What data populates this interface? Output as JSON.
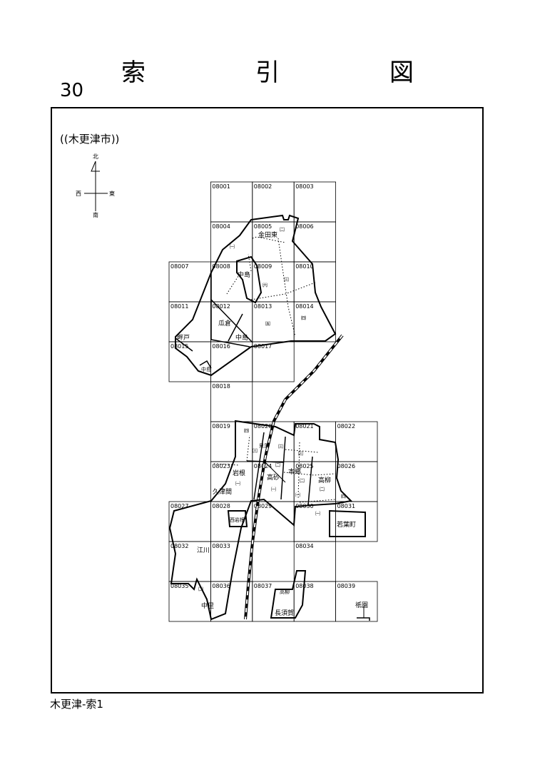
{
  "header": {
    "title": "索　引　図",
    "page_number": "30"
  },
  "map": {
    "city_label": "((木更津市))",
    "compass": {
      "north": "北",
      "south": "南",
      "east": "東",
      "west": "西"
    },
    "cells": [
      {
        "id": "08001",
        "col": 1,
        "row": 0
      },
      {
        "id": "08002",
        "col": 2,
        "row": 0
      },
      {
        "id": "08003",
        "col": 3,
        "row": 0
      },
      {
        "id": "08004",
        "col": 1,
        "row": 1
      },
      {
        "id": "08005",
        "col": 2,
        "row": 1
      },
      {
        "id": "08006",
        "col": 3,
        "row": 1
      },
      {
        "id": "08007",
        "col": 0,
        "row": 2
      },
      {
        "id": "08008",
        "col": 1,
        "row": 2
      },
      {
        "id": "08009",
        "col": 2,
        "row": 2
      },
      {
        "id": "08010",
        "col": 3,
        "row": 2
      },
      {
        "id": "08011",
        "col": 0,
        "row": 3
      },
      {
        "id": "08012",
        "col": 1,
        "row": 3
      },
      {
        "id": "08013",
        "col": 2,
        "row": 3
      },
      {
        "id": "08014",
        "col": 3,
        "row": 3
      },
      {
        "id": "08015",
        "col": 0,
        "row": 4
      },
      {
        "id": "08016",
        "col": 1,
        "row": 4
      },
      {
        "id": "08017",
        "col": 2,
        "row": 4
      },
      {
        "id": "08018",
        "col": 1,
        "row": 5
      },
      {
        "id": "08019",
        "col": 1,
        "row": 6
      },
      {
        "id": "08020",
        "col": 2,
        "row": 6
      },
      {
        "id": "08021",
        "col": 3,
        "row": 6
      },
      {
        "id": "08022",
        "col": 4,
        "row": 6
      },
      {
        "id": "08023",
        "col": 1,
        "row": 7
      },
      {
        "id": "08024",
        "col": 2,
        "row": 7
      },
      {
        "id": "08025",
        "col": 3,
        "row": 7
      },
      {
        "id": "08026",
        "col": 4,
        "row": 7
      },
      {
        "id": "08027",
        "col": 0,
        "row": 8
      },
      {
        "id": "08028",
        "col": 1,
        "row": 8
      },
      {
        "id": "08029",
        "col": 2,
        "row": 8
      },
      {
        "id": "08030",
        "col": 3,
        "row": 8
      },
      {
        "id": "08031",
        "col": 4,
        "row": 8
      },
      {
        "id": "08032",
        "col": 0,
        "row": 9
      },
      {
        "id": "08033",
        "col": 1,
        "row": 9
      },
      {
        "id": "08034",
        "col": 3,
        "row": 9
      },
      {
        "id": "08035",
        "col": 0,
        "row": 10
      },
      {
        "id": "08036",
        "col": 1,
        "row": 10
      },
      {
        "id": "08037",
        "col": 2,
        "row": 10
      },
      {
        "id": "08038",
        "col": 3,
        "row": 10
      },
      {
        "id": "08039",
        "col": 4,
        "row": 10
      }
    ],
    "places": [
      {
        "text": "金田東"
      },
      {
        "text": "中島"
      },
      {
        "text": "瓜倉"
      },
      {
        "text": "中島"
      },
      {
        "text": "畔戸"
      },
      {
        "text": "中島"
      },
      {
        "text": "岩根"
      },
      {
        "text": "久津間"
      },
      {
        "text": "高砂"
      },
      {
        "text": "本郷"
      },
      {
        "text": "高柳"
      },
      {
        "text": "若葉町"
      },
      {
        "text": "西岩根"
      },
      {
        "text": "江川"
      },
      {
        "text": "中里"
      },
      {
        "text": "長須賀"
      },
      {
        "text": "高柳"
      },
      {
        "text": "祇園"
      },
      {
        "text": "貝渕"
      }
    ],
    "marks": [
      "㈡",
      "㈠",
      "㈥",
      "㈢",
      "㈤",
      "㈣",
      "㈣",
      "㈢",
      "㈢",
      "㈢",
      "㈡",
      "㈡",
      "㈠",
      "㈡",
      "㈠",
      "㈠",
      "㈠",
      "㈣",
      "㈡"
    ]
  },
  "footer": {
    "text": "木更津-索1"
  }
}
